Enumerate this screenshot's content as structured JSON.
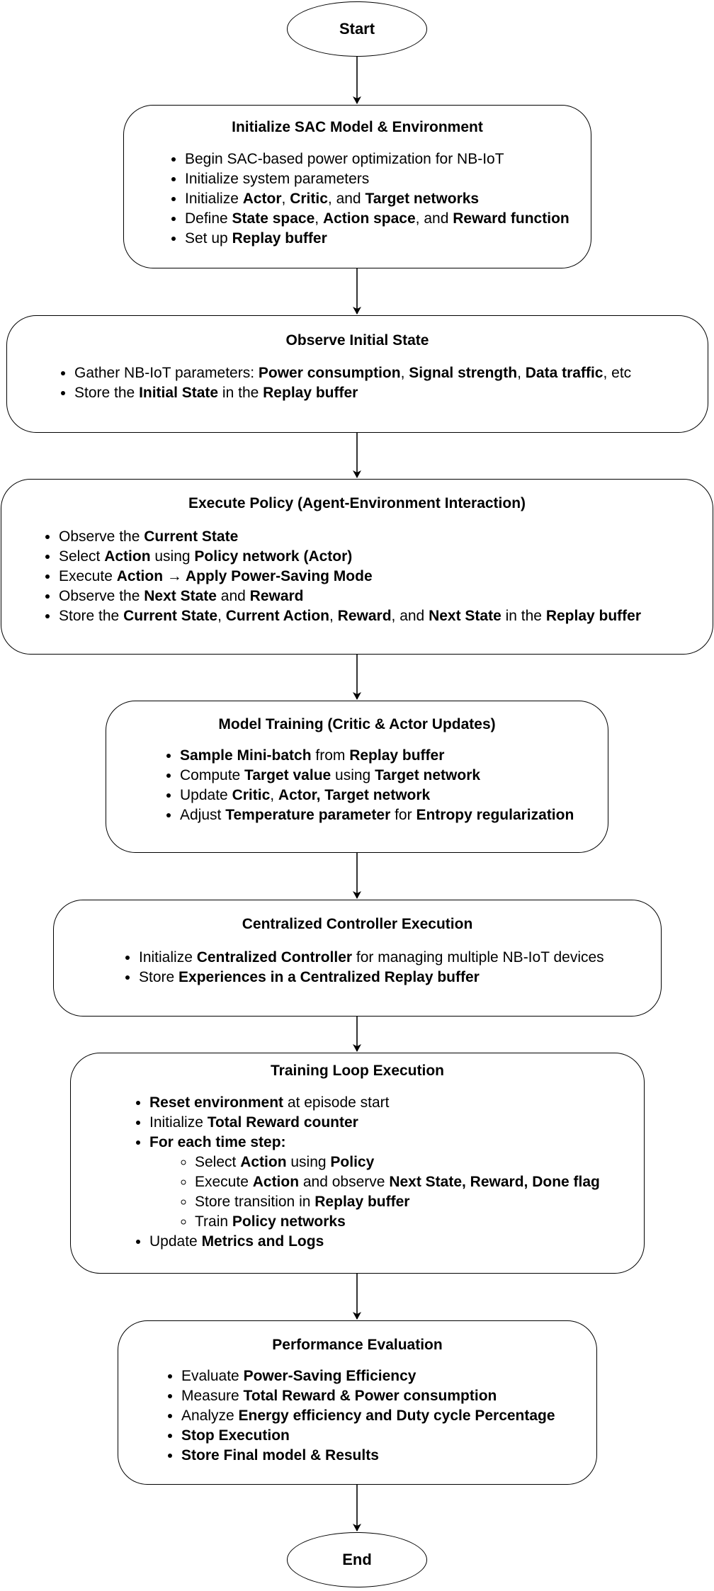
{
  "nodes": {
    "start": "Start",
    "end": "End",
    "init": {
      "title": "Initialize SAC Model & Environment",
      "items": [
        [
          [
            "Begin SAC-based power optimization for NB-IoT",
            false
          ]
        ],
        [
          [
            "Initialize system parameters",
            false
          ]
        ],
        [
          [
            "Initialize ",
            false
          ],
          [
            "Actor",
            true
          ],
          [
            ", ",
            false
          ],
          [
            "Critic",
            true
          ],
          [
            ", and ",
            false
          ],
          [
            "Target networks",
            true
          ]
        ],
        [
          [
            "Define ",
            false
          ],
          [
            "State space",
            true
          ],
          [
            ", ",
            false
          ],
          [
            "Action space",
            true
          ],
          [
            ", and ",
            false
          ],
          [
            "Reward function",
            true
          ]
        ],
        [
          [
            "Set up ",
            false
          ],
          [
            "Replay buffer",
            true
          ]
        ]
      ]
    },
    "observe": {
      "title": "Observe Initial State",
      "items": [
        [
          [
            "Gather NB-IoT parameters: ",
            false
          ],
          [
            "Power consumption",
            true
          ],
          [
            ", ",
            false
          ],
          [
            "Signal strength",
            true
          ],
          [
            ", ",
            false
          ],
          [
            "Data traffic",
            true
          ],
          [
            ", etc",
            false
          ]
        ],
        [
          [
            "Store the ",
            false
          ],
          [
            "Initial State",
            true
          ],
          [
            " in the ",
            false
          ],
          [
            "Replay buffer",
            true
          ]
        ]
      ]
    },
    "execute": {
      "title": "Execute Policy (Agent-Environment Interaction)",
      "items": [
        [
          [
            "Observe the ",
            false
          ],
          [
            "Current State",
            true
          ]
        ],
        [
          [
            "Select ",
            false
          ],
          [
            "Action",
            true
          ],
          [
            " using ",
            false
          ],
          [
            "Policy network (Actor)",
            true
          ]
        ],
        [
          [
            "Execute ",
            false
          ],
          [
            "Action → Apply Power-Saving Mode",
            true
          ]
        ],
        [
          [
            "Observe the ",
            false
          ],
          [
            "Next State",
            true
          ],
          [
            " and ",
            false
          ],
          [
            "Reward",
            true
          ]
        ],
        [
          [
            "Store the ",
            false
          ],
          [
            "Current State",
            true
          ],
          [
            ", ",
            false
          ],
          [
            "Current Action",
            true
          ],
          [
            ", ",
            false
          ],
          [
            "Reward",
            true
          ],
          [
            ", and ",
            false
          ],
          [
            "Next State",
            true
          ],
          [
            " in the ",
            false
          ],
          [
            "Replay buffer",
            true
          ]
        ]
      ]
    },
    "training": {
      "title": "Model Training (Critic & Actor Updates)",
      "items": [
        [
          [
            "Sample Mini-batch",
            true
          ],
          [
            " from ",
            false
          ],
          [
            "Replay buffer",
            true
          ]
        ],
        [
          [
            "Compute ",
            false
          ],
          [
            "Target value",
            true
          ],
          [
            " using ",
            false
          ],
          [
            "Target network",
            true
          ]
        ],
        [
          [
            "Update ",
            false
          ],
          [
            "Critic",
            true
          ],
          [
            ", ",
            false
          ],
          [
            "Actor, Target network",
            true
          ]
        ],
        [
          [
            "Adjust ",
            false
          ],
          [
            "Temperature parameter",
            true
          ],
          [
            " for ",
            false
          ],
          [
            "Entropy regularization",
            true
          ]
        ]
      ]
    },
    "central": {
      "title": "Centralized Controller Execution",
      "items": [
        [
          [
            "Initialize ",
            false
          ],
          [
            "Centralized Controller",
            true
          ],
          [
            " for managing multiple NB-IoT devices",
            false
          ]
        ],
        [
          [
            "Store ",
            false
          ],
          [
            "Experiences in a Centralized Replay buffer",
            true
          ]
        ]
      ]
    },
    "loop": {
      "title": "Training Loop Execution",
      "items": [
        [
          [
            "Reset environment",
            true
          ],
          [
            " at episode start",
            false
          ]
        ],
        [
          [
            "Initialize ",
            false
          ],
          [
            "Total Reward counter",
            true
          ]
        ],
        [
          [
            "For each time step:",
            true
          ]
        ]
      ],
      "subitems": [
        [
          [
            "Select ",
            false
          ],
          [
            "Action",
            true
          ],
          [
            " using ",
            false
          ],
          [
            "Policy",
            true
          ]
        ],
        [
          [
            "Execute ",
            false
          ],
          [
            "Action",
            true
          ],
          [
            " and observe ",
            false
          ],
          [
            "Next State, Reward, Done flag",
            true
          ]
        ],
        [
          [
            "Store transition in ",
            false
          ],
          [
            "Replay buffer",
            true
          ]
        ],
        [
          [
            "Train ",
            false
          ],
          [
            "Policy networks",
            true
          ]
        ]
      ],
      "after": [
        [
          [
            "Update ",
            false
          ],
          [
            "Metrics and Logs",
            true
          ]
        ]
      ]
    },
    "eval": {
      "title": "Performance Evaluation",
      "items": [
        [
          [
            "Evaluate ",
            false
          ],
          [
            "Power-Saving Efficiency",
            true
          ]
        ],
        [
          [
            "Measure ",
            false
          ],
          [
            "Total Reward & Power consumption",
            true
          ]
        ],
        [
          [
            "Analyze ",
            false
          ],
          [
            "Energy efficiency and Duty cycle Percentage",
            true
          ]
        ],
        [
          [
            "Stop Execution",
            true
          ]
        ],
        [
          [
            "Store Final model & Results",
            true
          ]
        ]
      ]
    }
  }
}
